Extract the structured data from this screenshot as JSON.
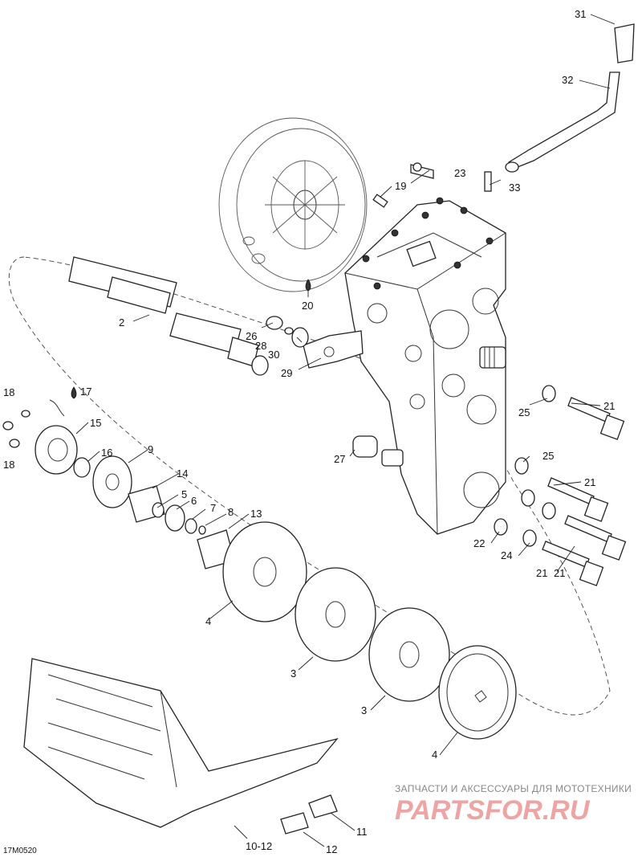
{
  "diagram": {
    "reference_code": "17M0520",
    "watermark": {
      "tagline": "ЗАПЧАСТИ И АКСЕССУАРЫ ДЛЯ МОТОТЕХНИКИ",
      "brand": "PARTSFOR.RU"
    },
    "callouts": [
      "31",
      "32",
      "23",
      "19",
      "33",
      "20",
      "2",
      "26",
      "28",
      "30",
      "29",
      "21",
      "25",
      "17",
      "18",
      "15",
      "16",
      "9",
      "14",
      "5",
      "6",
      "7",
      "8",
      "13",
      "27",
      "21",
      "25",
      "21",
      "22",
      "24",
      "21",
      "18",
      "4",
      "3",
      "3",
      "4",
      "11",
      "10-12",
      "12"
    ]
  }
}
